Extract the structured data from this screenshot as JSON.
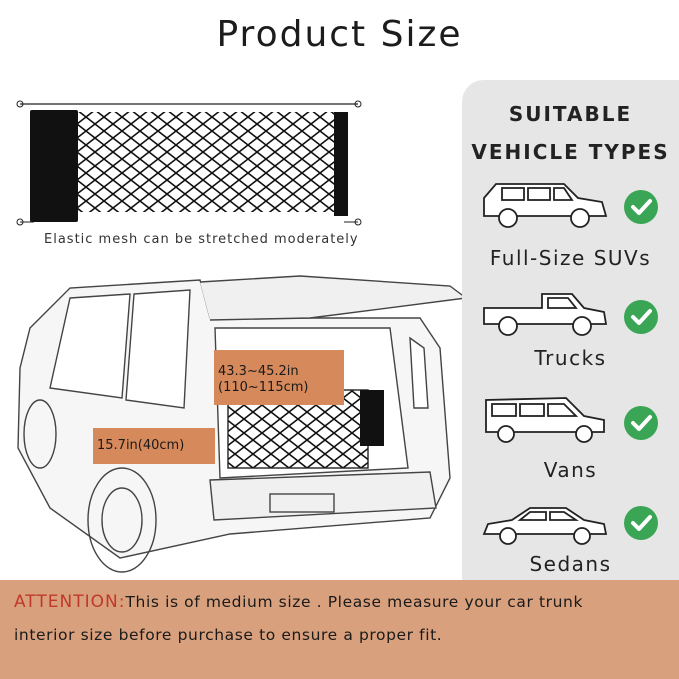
{
  "header": {
    "title": "Product Size"
  },
  "net": {
    "caption": "Elastic mesh can be stretched moderately"
  },
  "dimensions": {
    "width_line1": "43.3~45.2in",
    "width_line2": "(110~115cm)",
    "height": "15.7in(40cm)"
  },
  "panel": {
    "title_line1": "SUITABLE",
    "title_line2": "VEHICLE TYPES",
    "vehicles": [
      {
        "label": "Full-Size SUVs",
        "icon": "suv-icon"
      },
      {
        "label": "Trucks",
        "icon": "truck-icon"
      },
      {
        "label": "Vans",
        "icon": "van-icon"
      },
      {
        "label": "Sedans",
        "icon": "sedan-icon"
      }
    ]
  },
  "notice": {
    "label": "ATTENTION:",
    "line1": "This is of medium size . Please measure your car trunk",
    "line2": "interior size before purchase to ensure a proper fit."
  },
  "colors": {
    "check": "#3aa655",
    "accent_box": "#d6895b",
    "notice_bg": "#d8a07c",
    "attention": "#c0392b",
    "panel_bg": "#e6e6e6"
  }
}
